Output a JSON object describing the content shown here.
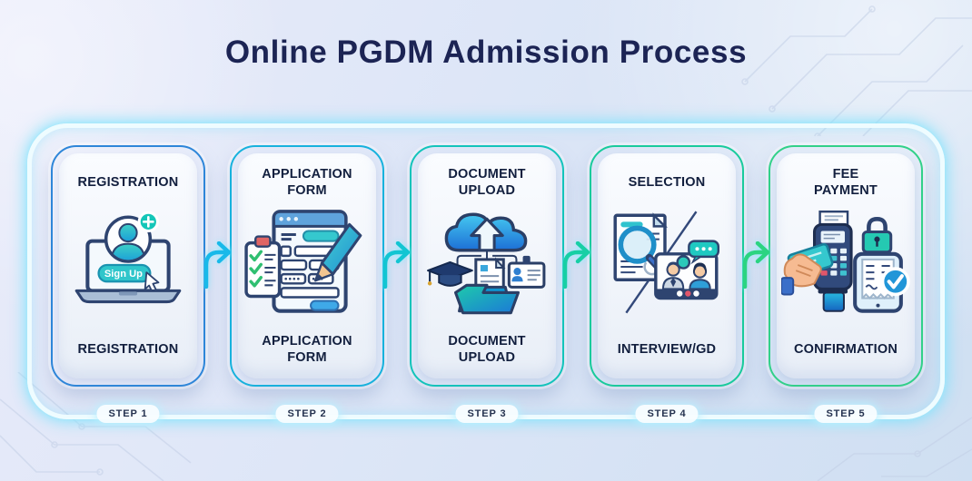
{
  "title": "Online PGDM Admission Process",
  "steps": [
    {
      "top_label": "REGISTRATION",
      "bottom_label": "REGISTRATION",
      "step_label": "STEP 1",
      "icon": "laptop-signup-icon",
      "accent": "#2e86d9",
      "signup_text": "Sign Up"
    },
    {
      "top_label": "APPLICATION\nFORM",
      "bottom_label": "APPLICATION\nFORM",
      "step_label": "STEP 2",
      "icon": "application-form-icon",
      "accent": "#17b2dd"
    },
    {
      "top_label": "DOCUMENT\nUPLOAD",
      "bottom_label": "DOCUMENT\nUPLOAD",
      "step_label": "STEP 3",
      "icon": "cloud-upload-icon",
      "accent": "#13c4bb"
    },
    {
      "top_label": "SELECTION",
      "bottom_label": "INTERVIEW/GD",
      "step_label": "STEP 4",
      "icon": "interview-gd-icon",
      "accent": "#19cb9c"
    },
    {
      "top_label": "FEE\nPAYMENT",
      "bottom_label": "CONFIRMATION",
      "step_label": "STEP 5",
      "icon": "fee-payment-icon",
      "accent": "#32d189"
    }
  ],
  "arrows": [
    {
      "color": "#18b9e9"
    },
    {
      "color": "#12c5d2"
    },
    {
      "color": "#17cfa5"
    },
    {
      "color": "#2bd481"
    }
  ],
  "colors": {
    "title": "#1c2454",
    "card_label": "#121f3e",
    "container_glow": "#7de1fc",
    "background_start": "#e9ebfa",
    "background_end": "#cfdff2"
  }
}
